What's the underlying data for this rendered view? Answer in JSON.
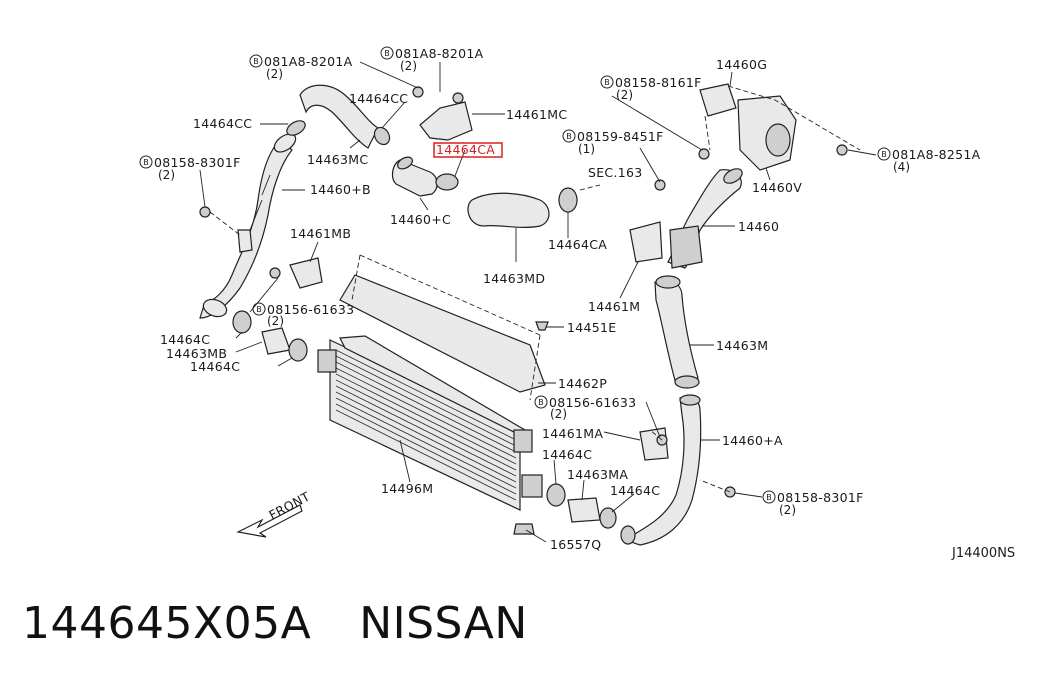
{
  "caption": {
    "part_number": "144645X05A",
    "brand": "NISSAN"
  },
  "diagram_code": "J14400NS",
  "front_label": "FRONT",
  "highlight_color": "#d62020",
  "labels": [
    {
      "id": "b081a8_8201a_l",
      "text": "081A8-8201A",
      "bolt": true
    },
    {
      "id": "b081a8_8201a_l_qty",
      "text": "(2)"
    },
    {
      "id": "b081a8_8201a_r",
      "text": "081A8-8201A",
      "bolt": true
    },
    {
      "id": "b081a8_8201a_r_qty",
      "text": "(2)"
    },
    {
      "id": "p14464cc_top",
      "text": "14464CC"
    },
    {
      "id": "p14461mc",
      "text": "14461MC"
    },
    {
      "id": "p14464cc_left",
      "text": "14464CC"
    },
    {
      "id": "p14463mc",
      "text": "14463MC"
    },
    {
      "id": "p14464ca_hl",
      "text": "14464CA",
      "highlight": true
    },
    {
      "id": "b08158_8301f_top",
      "text": "08158-8301F",
      "bolt": true
    },
    {
      "id": "b08158_8301f_top_qty",
      "text": "(2)"
    },
    {
      "id": "p14460b",
      "text": "14460+B"
    },
    {
      "id": "p14460c",
      "text": "14460+C"
    },
    {
      "id": "p14461mb",
      "text": "14461MB"
    },
    {
      "id": "p14463md",
      "text": "14463MD"
    },
    {
      "id": "p14464ca",
      "text": "14464CA"
    },
    {
      "id": "sec163",
      "text": "SEC.163"
    },
    {
      "id": "b08159_8451f",
      "text": "08159-8451F",
      "bolt": true
    },
    {
      "id": "b08159_8451f_qty",
      "text": "(1)"
    },
    {
      "id": "b08158_8161f",
      "text": "08158-8161F",
      "bolt": true
    },
    {
      "id": "b08158_8161f_qty",
      "text": "(2)"
    },
    {
      "id": "p14460g",
      "text": "14460G"
    },
    {
      "id": "b081a8_8251a",
      "text": "081A8-8251A",
      "bolt": true
    },
    {
      "id": "b081a8_8251a_qty",
      "text": "(4)"
    },
    {
      "id": "p14460v",
      "text": "14460V"
    },
    {
      "id": "p14460",
      "text": "14460"
    },
    {
      "id": "p14461m",
      "text": "14461M"
    },
    {
      "id": "b08156_61633_l",
      "text": "08156-61633",
      "bolt": true
    },
    {
      "id": "b08156_61633_l_qty",
      "text": "(2)"
    },
    {
      "id": "p14464c_l1",
      "text": "14464C"
    },
    {
      "id": "p14463mb",
      "text": "14463MB"
    },
    {
      "id": "p14464c_l2",
      "text": "14464C"
    },
    {
      "id": "p14451e",
      "text": "14451E"
    },
    {
      "id": "p14463m",
      "text": "14463M"
    },
    {
      "id": "p14462p",
      "text": "14462P"
    },
    {
      "id": "b08156_61633_r",
      "text": "08156-61633",
      "bolt": true
    },
    {
      "id": "b08156_61633_r_qty",
      "text": "(2)"
    },
    {
      "id": "p14461ma",
      "text": "14461MA"
    },
    {
      "id": "p14460a",
      "text": "14460+A"
    },
    {
      "id": "p14464c_b1",
      "text": "14464C"
    },
    {
      "id": "p14463ma",
      "text": "14463MA"
    },
    {
      "id": "p14464c_b2",
      "text": "14464C"
    },
    {
      "id": "p14496m",
      "text": "14496M"
    },
    {
      "id": "b08158_8301f_bot",
      "text": "08158-8301F",
      "bolt": true
    },
    {
      "id": "b08158_8301f_bot_qty",
      "text": "(2)"
    },
    {
      "id": "p16557q",
      "text": "16557Q"
    }
  ]
}
